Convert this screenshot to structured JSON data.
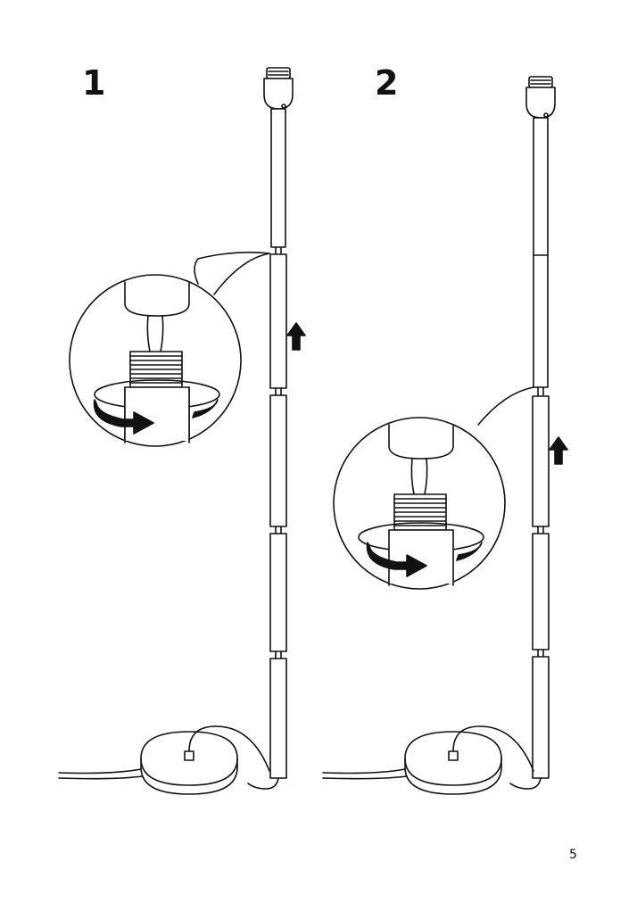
{
  "steps": [
    {
      "number": "1"
    },
    {
      "number": "2"
    }
  ],
  "page_number": "5",
  "icons": [
    "floor-lamp-icon",
    "base-icon",
    "lamp-socket-icon",
    "detail-zoom-icon",
    "rotate-arrow-icon",
    "up-arrow-icon"
  ],
  "colors": {
    "line": "#111111",
    "fill": "#ffffff"
  }
}
